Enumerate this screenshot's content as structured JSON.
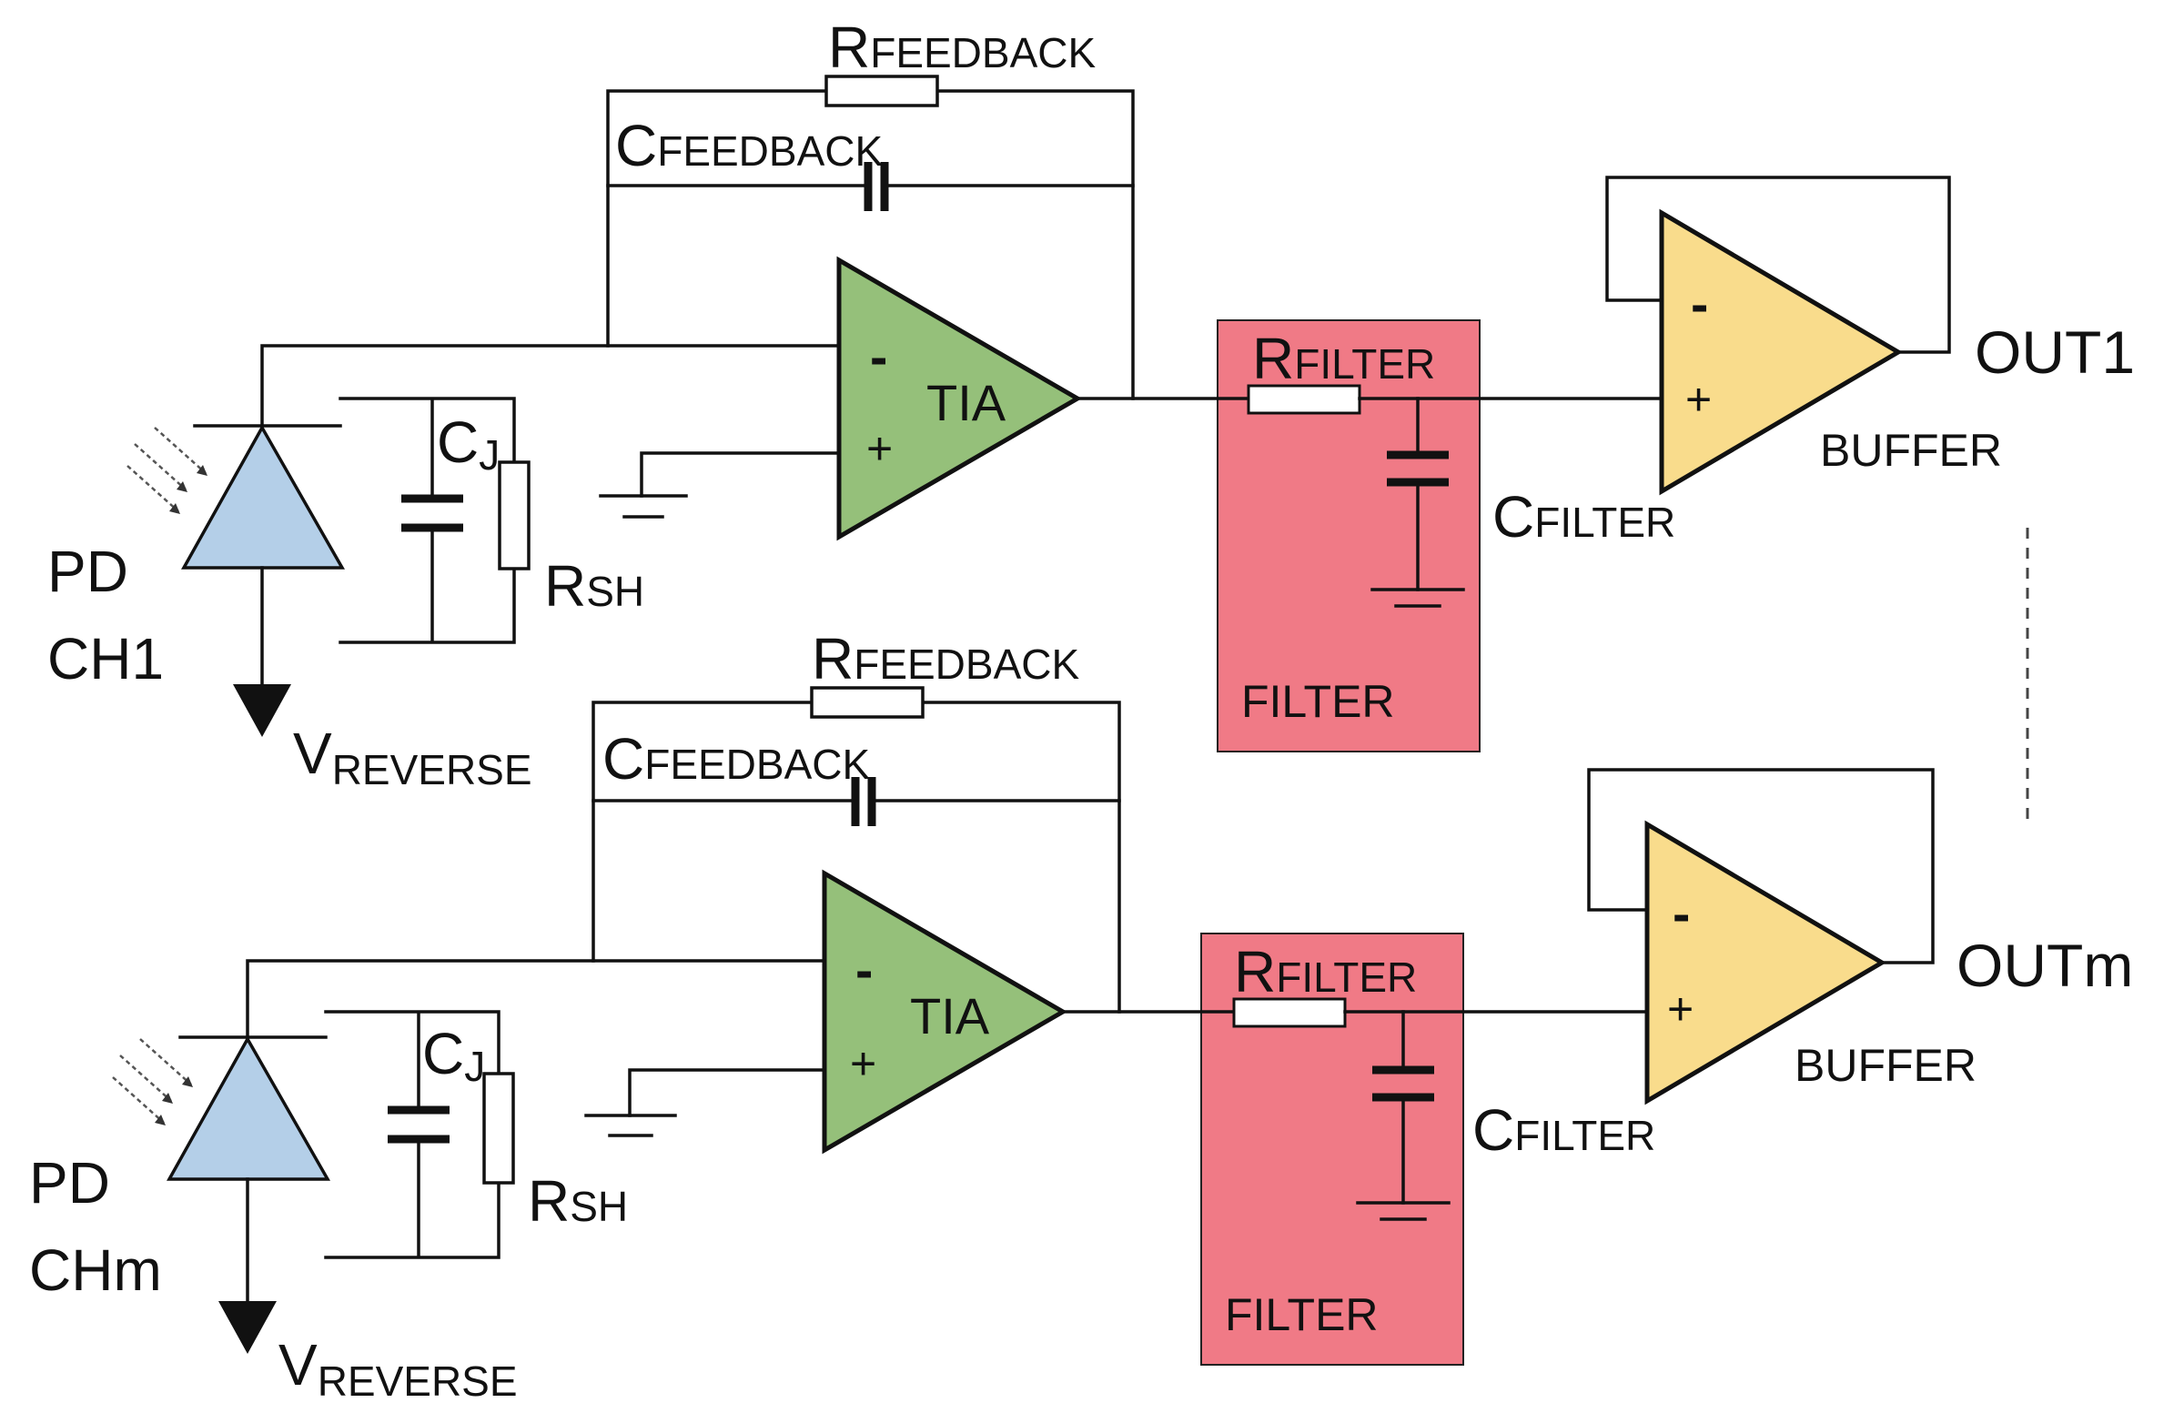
{
  "channels": [
    {
      "pd_label": "PD",
      "pd_channel": "CH1",
      "vreverse_main": "V",
      "vreverse_sub": "REVERSE",
      "cj_main": "C",
      "cj_sub": "J",
      "rsh_main": "R",
      "rsh_sub": "SH",
      "rfb_main": "R",
      "rfb_sub": "FEEDBACK",
      "cfb_main": "C",
      "cfb_sub": "FEEDBACK",
      "tia_label": "TIA",
      "tia_minus": "-",
      "tia_plus": "+",
      "rfilter_main": "R",
      "rfilter_sub": "FILTER",
      "cfilter_main": "C",
      "cfilter_sub": "FILTER",
      "filter_label": "FILTER",
      "buffer_label": "BUFFER",
      "buf_minus": "-",
      "buf_plus": "+",
      "output_label": "OUT1"
    },
    {
      "pd_label": "PD",
      "pd_channel": "CHm",
      "vreverse_main": "V",
      "vreverse_sub": "REVERSE",
      "cj_main": "C",
      "cj_sub": "J",
      "rsh_main": "R",
      "rsh_sub": "SH",
      "rfb_main": "R",
      "rfb_sub": "FEEDBACK",
      "cfb_main": "C",
      "cfb_sub": "FEEDBACK",
      "tia_label": "TIA",
      "tia_minus": "-",
      "tia_plus": "+",
      "rfilter_main": "R",
      "rfilter_sub": "FILTER",
      "cfilter_main": "C",
      "cfilter_sub": "FILTER",
      "filter_label": "FILTER",
      "buffer_label": "BUFFER",
      "buf_minus": "-",
      "buf_plus": "+",
      "output_label": "OUTm"
    }
  ],
  "colors": {
    "photodiode": "#b4cfe8",
    "tia": "#95c07a",
    "filter_block": "#f07a86",
    "buffer": "#f9dc8c",
    "resistor": "#ffffff",
    "wire": "#111111"
  }
}
